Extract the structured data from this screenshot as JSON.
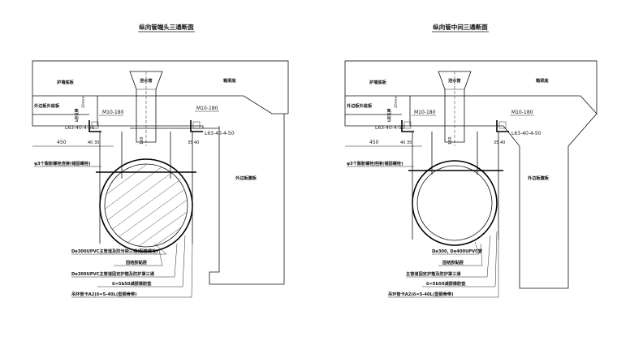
{
  "left": {
    "title": "纵向管端头三通断面",
    "label_guard_wall": "护墙底板",
    "label_drain_pipe": "泄水管",
    "label_beam_slab": "箱梁底",
    "label_outer_web": "外边板外底板",
    "label_l_support": "L形支撑",
    "dim_20mm": "20mm",
    "bolt_left": "M10-180",
    "bolt_right": "M10-180",
    "angle_left": "L63-40-4-50",
    "angle_right": "L63-40-4-50",
    "dim_450": "450",
    "dim_40_35_left": "40 35",
    "dim_35_40_right": "35 40",
    "dim_center": "100",
    "clamp_note": "φ3个膨胀螺栓连接(锚固螺栓)",
    "right_box_label": "外边板腹板",
    "note_1": "De300UPVC主管道及防污染三通(配套螺栓)",
    "note_2": "固结胶黏层",
    "note_3": "De300UPVC主管道固定护箍及防护罩三通",
    "note_4": "δ=5b50减振橡胶垫",
    "note_5": "吊环管卡A2(δ=5-40L(型钢骨带)"
  },
  "right": {
    "title": "纵向管中间三通断面",
    "label_guard_wall": "护墙底板",
    "label_drain_pipe": "泄水管",
    "label_beam_slab": "箱梁底",
    "label_outer_web": "外边板外底板",
    "label_l_support": "L形支撑",
    "dim_20mm": "20mm",
    "bolt_left": "M10-180",
    "bolt_right": "M10-180",
    "angle_left": "L63-40-4-50",
    "angle_right": "L63-40-4-50",
    "dim_450": "450",
    "dim_40_35_left": "40 35",
    "dim_35_40_right": "35 40",
    "dim_center": "100",
    "clamp_note": "φ3个膨胀螺栓连接(锚固螺栓)",
    "right_box_label": "外边板腹板",
    "note_1": "De300, De400UPVC管",
    "note_2": "固结胶黏层",
    "note_3": "主管道固定护箍及防护罩三通",
    "note_4": "δ=5b50减振橡胶垫",
    "note_5": "吊环管卡A2(δ=5-40L(型钢骨带)"
  }
}
